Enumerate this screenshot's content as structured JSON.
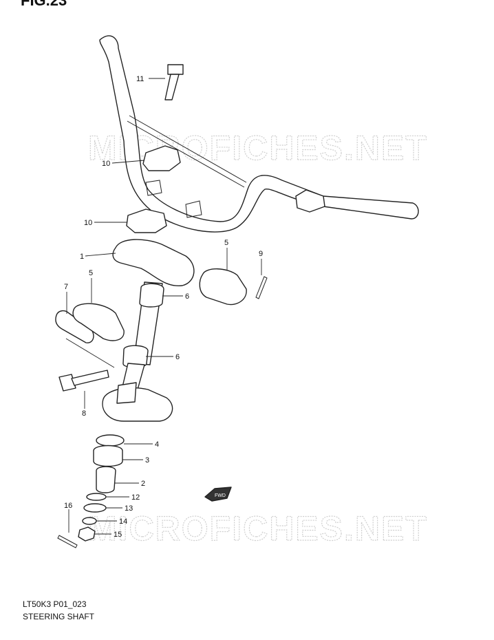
{
  "figure": {
    "title": "FIG.23"
  },
  "watermarks": [
    "MICROFICHES.NET",
    "MICROFICHES.NET"
  ],
  "callouts": [
    {
      "id": "c11",
      "label": "11"
    },
    {
      "id": "c10a",
      "label": "10"
    },
    {
      "id": "c10b",
      "label": "10"
    },
    {
      "id": "c1",
      "label": "1"
    },
    {
      "id": "c5a",
      "label": "5"
    },
    {
      "id": "c9",
      "label": "9"
    },
    {
      "id": "c7",
      "label": "7"
    },
    {
      "id": "c5b",
      "label": "5"
    },
    {
      "id": "c6a",
      "label": "6"
    },
    {
      "id": "c6b",
      "label": "6"
    },
    {
      "id": "c8",
      "label": "8"
    },
    {
      "id": "c4",
      "label": "4"
    },
    {
      "id": "c3",
      "label": "3"
    },
    {
      "id": "c2",
      "label": "2"
    },
    {
      "id": "c12",
      "label": "12"
    },
    {
      "id": "c16",
      "label": "16"
    },
    {
      "id": "c13",
      "label": "13"
    },
    {
      "id": "c14",
      "label": "14"
    },
    {
      "id": "c15",
      "label": "15"
    }
  ],
  "fwd_badge": "FWD",
  "caption": {
    "code": "LT50K3 P01_023",
    "title": "STEERING SHAFT"
  }
}
